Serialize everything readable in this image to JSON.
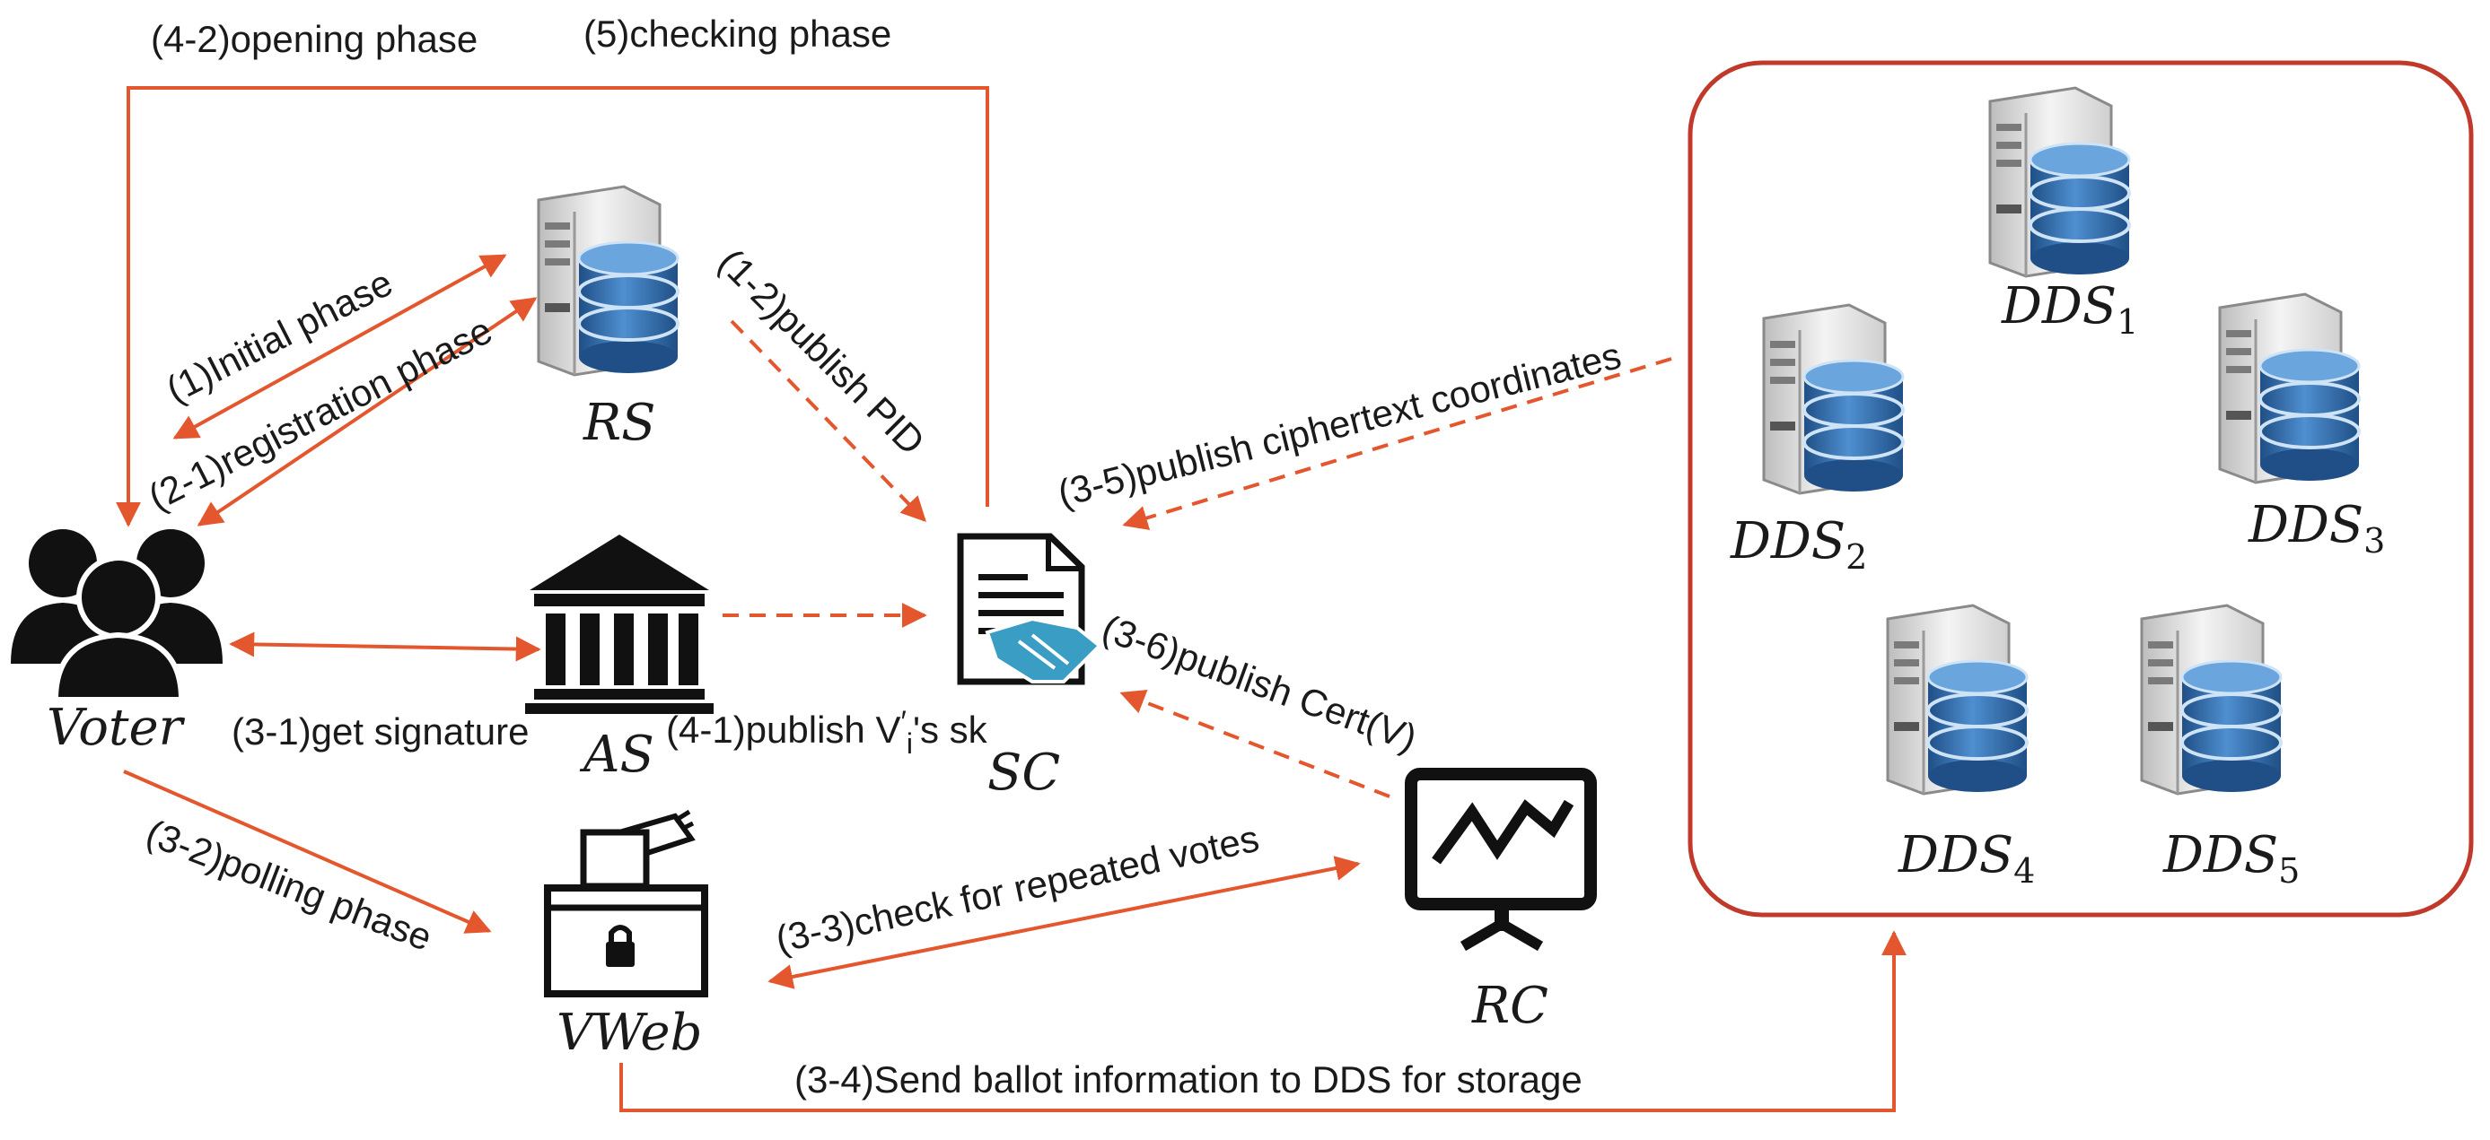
{
  "colors": {
    "arrow": "#e4572e",
    "box_border": "#c0392b",
    "db_blue": "#2f6fb3",
    "server_grey": "#e6e6e6",
    "teal": "#3a9dc3",
    "ink": "#1a1a1a"
  },
  "icons": {
    "voter": "people-group-icon",
    "rs": "server-database-icon",
    "as": "bank-building-icon",
    "sc": "smart-contract-handshake-icon",
    "vweb": "ballot-box-lock-icon",
    "rc": "chart-presentation-icon",
    "dds": "server-database-icon"
  },
  "nodes": {
    "voter": "Voter",
    "rs": "RS",
    "as": "AS",
    "sc": "SC",
    "vweb": "VWeb",
    "rc": "RC",
    "dds_prefix": "DDS",
    "dds_subs": [
      "1",
      "2",
      "3",
      "4",
      "5"
    ]
  },
  "labels": {
    "opening": "(4-2)opening phase",
    "checking": "(5)checking phase",
    "initial": "(1)Initial phase",
    "registration": "(2-1)registration phase",
    "publish_pid": "(1-2)publish PID",
    "publish_cipher": "(3-5)publish ciphertext coordinates",
    "get_signature": "(3-1)get signature",
    "publish_sk_pre": "(4-1)publish V",
    "publish_sk_sub": "i",
    "publish_sk_sup": "′",
    "publish_sk_post": "'s sk",
    "publish_cert": "(3-6)publish Cert(V)",
    "polling": "(3-2)polling phase",
    "check_repeat": "(3-3)check for repeated votes",
    "send_ballot": "(3-4)Send ballot information to DDS for storage"
  }
}
